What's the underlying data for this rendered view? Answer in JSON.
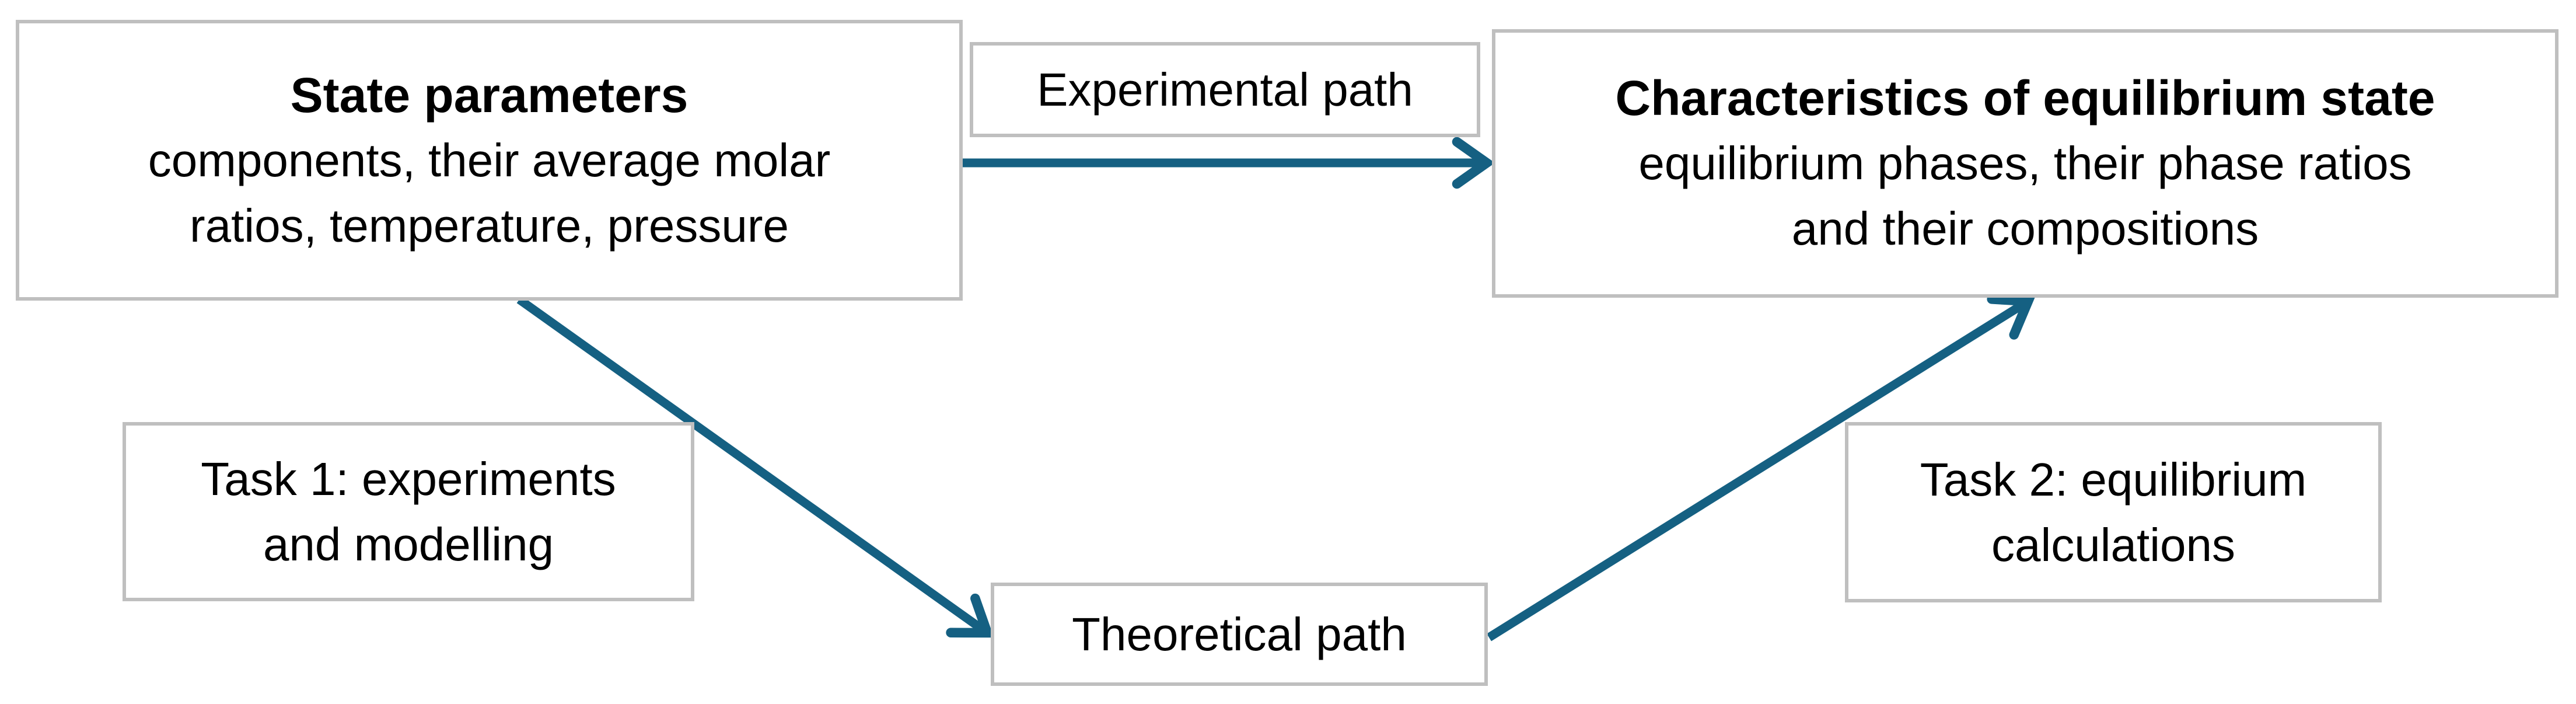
{
  "diagram": {
    "boxes": {
      "state_parameters": {
        "title": "State parameters",
        "body": [
          "components, their average molar",
          "ratios, temperature, pressure"
        ]
      },
      "experimental_path": {
        "label": "Experimental path"
      },
      "characteristics": {
        "title": "Characteristics of equilibrium state",
        "body": [
          "equilibrium phases, their phase ratios",
          "and their compositions"
        ]
      },
      "task1": {
        "lines": [
          "Task 1: experiments",
          "and modelling"
        ]
      },
      "theoretical_path": {
        "label": "Theoretical path"
      },
      "task2": {
        "lines": [
          "Task 2: equilibrium",
          "calculations"
        ]
      }
    },
    "arrows": [
      {
        "name": "experimental-path-arrow",
        "from": "state_parameters",
        "to": "characteristics"
      },
      {
        "name": "task1-arrow",
        "from": "state_parameters",
        "to": "theoretical_path"
      },
      {
        "name": "task2-arrow",
        "from": "theoretical_path",
        "to": "characteristics"
      }
    ],
    "colors": {
      "arrow": "#156082",
      "border": "#bfbfbf",
      "text": "#000000",
      "background": "#ffffff"
    }
  }
}
